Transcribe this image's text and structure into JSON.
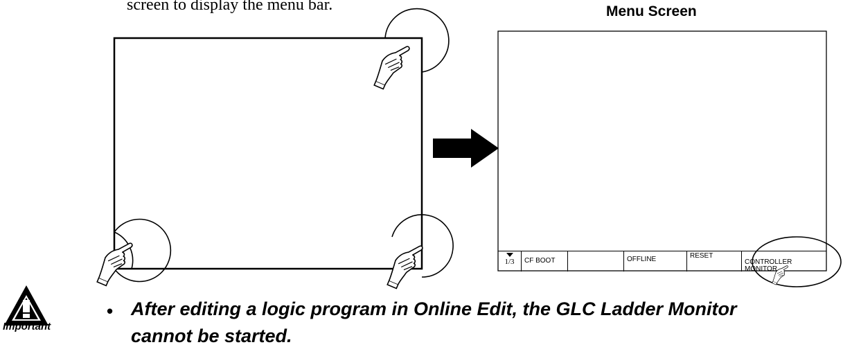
{
  "intro_text": "screen to display the menu bar.",
  "menu_screen": {
    "title": "Menu Screen",
    "menubar": {
      "page_indicator": "1/3",
      "items": [
        "CF BOOT",
        "",
        "OFFLINE",
        "RESET",
        "CONTROLLER\nMONITOR"
      ]
    }
  },
  "important": {
    "icon_label": "Important",
    "bullet": "•",
    "note_line1": "After editing a logic program in Online Edit, the GLC Ladder Monitor",
    "note_line2": "cannot be started."
  },
  "icons": [
    "pointing-hand-icon",
    "right-arrow-icon",
    "warning-icon"
  ]
}
